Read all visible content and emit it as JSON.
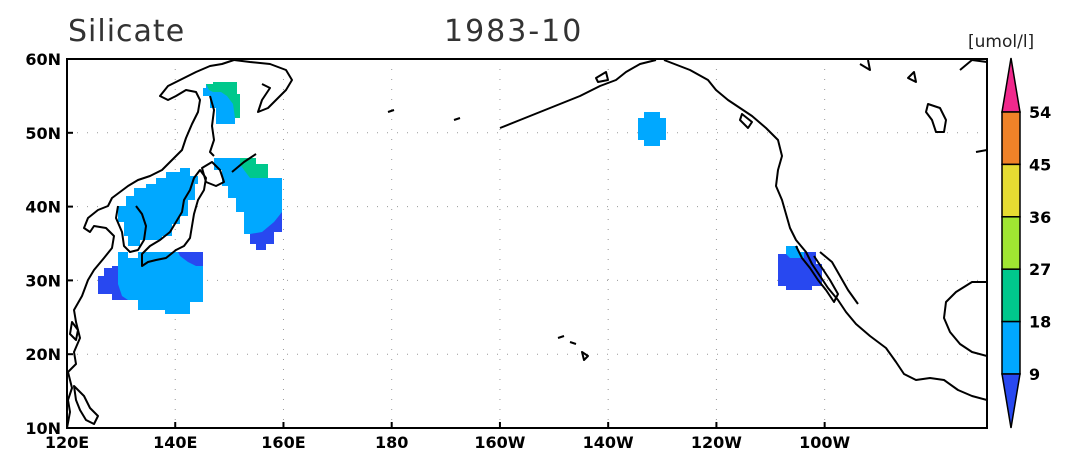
{
  "map": {
    "variable": "Silicate",
    "date": "1983-10",
    "unit": "[umol/l]",
    "lon_range": [
      120,
      290
    ],
    "lat_range": [
      10,
      60
    ],
    "x_ticks": [
      {
        "lon": 120,
        "label": "120E"
      },
      {
        "lon": 140,
        "label": "140E"
      },
      {
        "lon": 160,
        "label": "160E"
      },
      {
        "lon": 180,
        "label": "180"
      },
      {
        "lon": 200,
        "label": "160W"
      },
      {
        "lon": 220,
        "label": "140W"
      },
      {
        "lon": 240,
        "label": "120W"
      },
      {
        "lon": 260,
        "label": "100W"
      }
    ],
    "y_ticks": [
      {
        "lat": 60,
        "label": "60N"
      },
      {
        "lat": 50,
        "label": "50N"
      },
      {
        "lat": 40,
        "label": "40N"
      },
      {
        "lat": 30,
        "label": "30N"
      },
      {
        "lat": 20,
        "label": "20N"
      },
      {
        "lat": 10,
        "label": "10N"
      }
    ],
    "grid": "dotted",
    "colorbar": {
      "placement": "right",
      "levels": [
        9,
        18,
        27,
        36,
        45,
        54
      ],
      "labels": [
        "9",
        "18",
        "27",
        "36",
        "45",
        "54"
      ],
      "colors": [
        "#2848f0",
        "#00a8ff",
        "#00c88c",
        "#a0e632",
        "#e6dc32",
        "#f08228",
        "#f0288c"
      ]
    },
    "fill_colors": {
      "below_9": "#2848f0",
      "9_18": "#00a8ff",
      "18_27": "#00c88c"
    }
  }
}
